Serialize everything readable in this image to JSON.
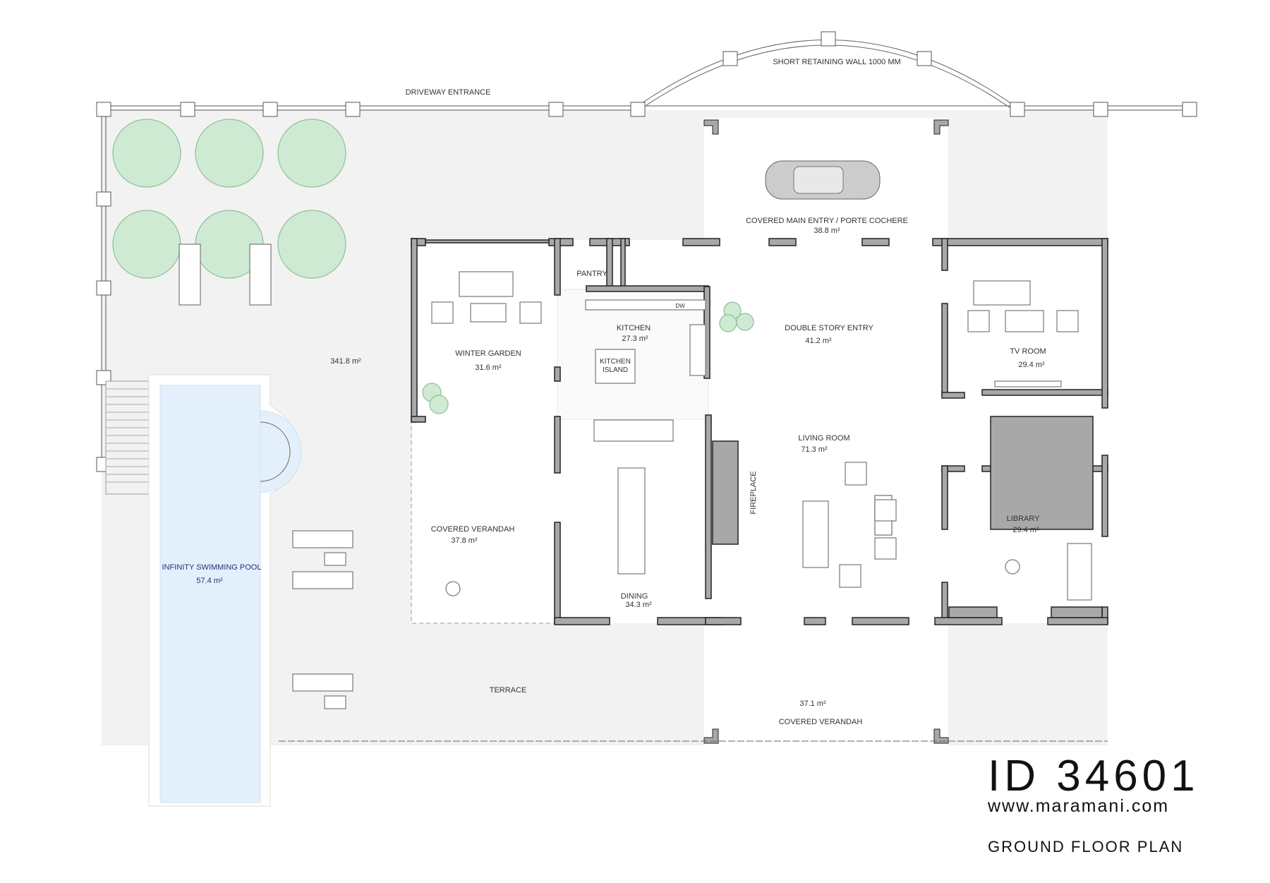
{
  "labels": {
    "driveway": "DRIVEWAY ENTRANCE",
    "retaining_wall": "SHORT RETAINING WALL 1000 MM",
    "porte_cochere": "COVERED MAIN ENTRY / PORTE COCHERE",
    "porte_cochere_area": "38.8 m²",
    "garden_area": "341.8 m²",
    "pantry": "PANTRY",
    "kitchen": "KITCHEN",
    "kitchen_area": "27.3 m²",
    "kitchen_island_1": "KITCHEN",
    "kitchen_island_2": "ISLAND",
    "dw": "DW",
    "winter_garden": "WINTER GARDEN",
    "winter_garden_area": "31.6 m²",
    "double_story_entry": "DOUBLE STORY ENTRY",
    "double_story_entry_area": "41.2 m²",
    "tv_room": "TV ROOM",
    "tv_room_area": "29.4 m²",
    "living_room": "LIVING ROOM",
    "living_room_area": "71.3 m²",
    "fireplace": "FIREPLACE",
    "library": "LIBRARY",
    "library_area": "29.4 m²",
    "covered_verandah_west": "COVERED VERANDAH",
    "covered_verandah_west_area": "37.8 m²",
    "pool": "INFINITY SWIMMING POOL",
    "pool_area": "57.4 m²",
    "dining": "DINING",
    "dining_area": "34.3 m²",
    "terrace": "TERRACE",
    "covered_verandah_south_area": "37.1 m²",
    "covered_verandah_south": "COVERED VERANDAH"
  },
  "branding": {
    "id": "ID 34601",
    "website": "www.maramani.com",
    "plan_title": "GROUND FLOOR PLAN"
  },
  "colors": {
    "site": "#f2f2f2",
    "pool": "#e3f0fc",
    "pool_text": "#2a2f7a",
    "tree": "#cfead3",
    "wall": "#a8a8a8"
  }
}
